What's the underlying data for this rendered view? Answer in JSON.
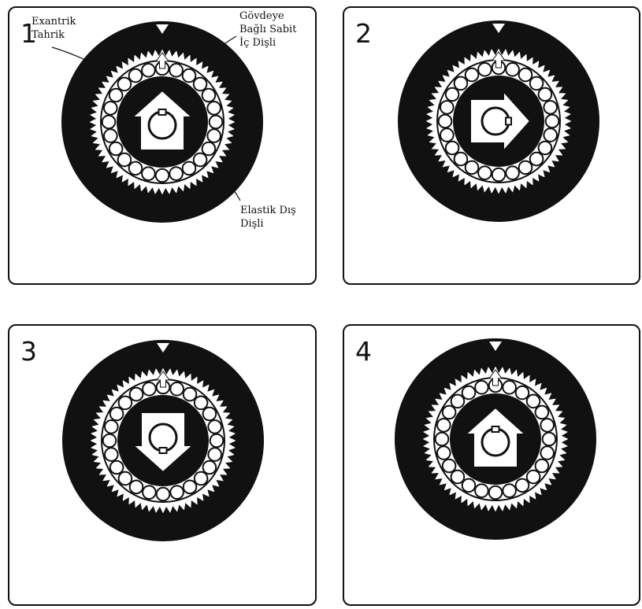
{
  "panels": [
    {
      "number": "1",
      "arrow_direction": "up"
    },
    {
      "number": "2",
      "arrow_direction": "right"
    },
    {
      "number": "3",
      "arrow_direction": "down"
    },
    {
      "number": "4",
      "arrow_direction": "up"
    }
  ],
  "labels": {
    "eccentric_drive": [
      "Exantrik",
      "Tahrik"
    ],
    "fixed_inner_gear": [
      "Gövdeye",
      "Bağlı Sabit",
      "İç Dişli"
    ],
    "flexible_outer_gear": [
      "Elastik Dış",
      "Dişli"
    ]
  },
  "colors": {
    "ink": "#111111",
    "paper": "#ffffff"
  }
}
